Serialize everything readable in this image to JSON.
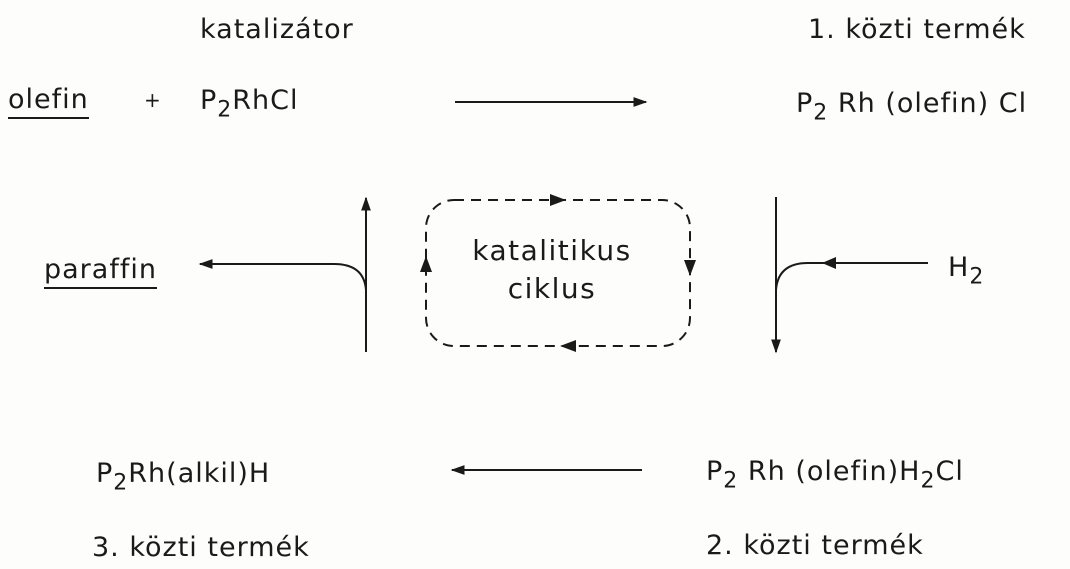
{
  "top": {
    "catalyst_label": "katalizátor",
    "reactant_olefin": "olefin",
    "plus": "+",
    "catalyst_formula": {
      "p": "P",
      "sub": "2",
      "rest": "RhCl"
    },
    "intermediate1_label": "1. közti termék",
    "intermediate1_formula": {
      "p": "P",
      "sub": "2",
      "rest": "Rh (olefin) Cl"
    }
  },
  "middle": {
    "product": "paraffin",
    "cycle_label_line1": "katalitikus",
    "cycle_label_line2": "ciklus",
    "h2": {
      "h": "H",
      "sub": "2"
    }
  },
  "bottom": {
    "intermediate3_formula": {
      "p": "P",
      "sub": "2",
      "rest": "Rh(alkil)H"
    },
    "intermediate3_label": "3. közti termék",
    "intermediate2_formula": {
      "p": "P",
      "sub": "2",
      "rest": "Rh (olefin)H",
      "sub2": "2",
      "tail": "Cl"
    },
    "intermediate2_label": "2. közti termék"
  }
}
